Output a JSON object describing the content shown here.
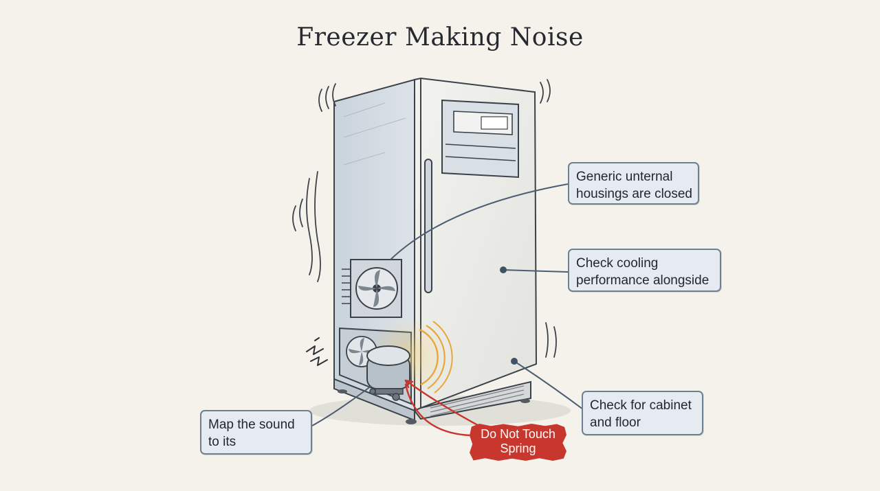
{
  "title": "Freezer Making Noise",
  "callouts": {
    "housings": {
      "line1": "Generic unternal",
      "line2": "housings are closed"
    },
    "cooling": {
      "line1": "Check cooling",
      "line2": "performance alongside"
    },
    "cabinet": {
      "line1": "Check for cabinet",
      "line2": "and floor"
    },
    "map_sound": {
      "line1": "Map the sound",
      "line2": "to its"
    }
  },
  "warning": {
    "line1": "Do Not Touch",
    "line2": "Spring"
  },
  "colors": {
    "background": "#f4f2ea",
    "callout_fill": "#e5ebf0",
    "callout_border": "#6d8090",
    "leader_line": "#4b5d70",
    "warning": "#c8372d",
    "noise_glow": "#e8a73a"
  },
  "icons": [
    "fan-icon",
    "compressor-icon",
    "vibration-lines-icon",
    "noise-rings-icon",
    "spark-icon"
  ]
}
